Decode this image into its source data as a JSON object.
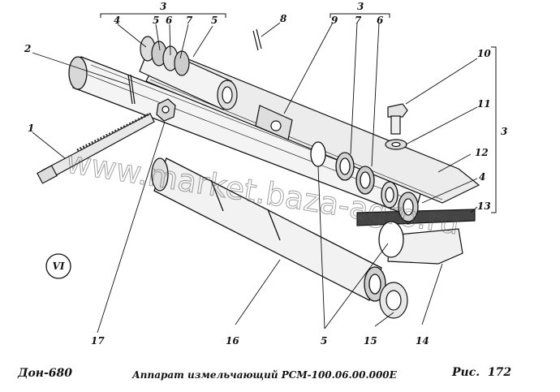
{
  "figure": {
    "callouts": [
      "1",
      "2",
      "3",
      "4",
      "5",
      "6",
      "7",
      "5",
      "8",
      "3",
      "7",
      "6",
      "9",
      "10",
      "11",
      "12",
      "4",
      "13",
      "3",
      "14",
      "15",
      "5",
      "16",
      "17"
    ],
    "badge": "VI",
    "watermark": "www.market.baza-agro.ru"
  },
  "caption": {
    "left": "Дон-680",
    "middle": "Аппарат измельчающий   РСМ-100.06.00.000Е",
    "right_prefix": "Рис.",
    "right_number": "172"
  }
}
